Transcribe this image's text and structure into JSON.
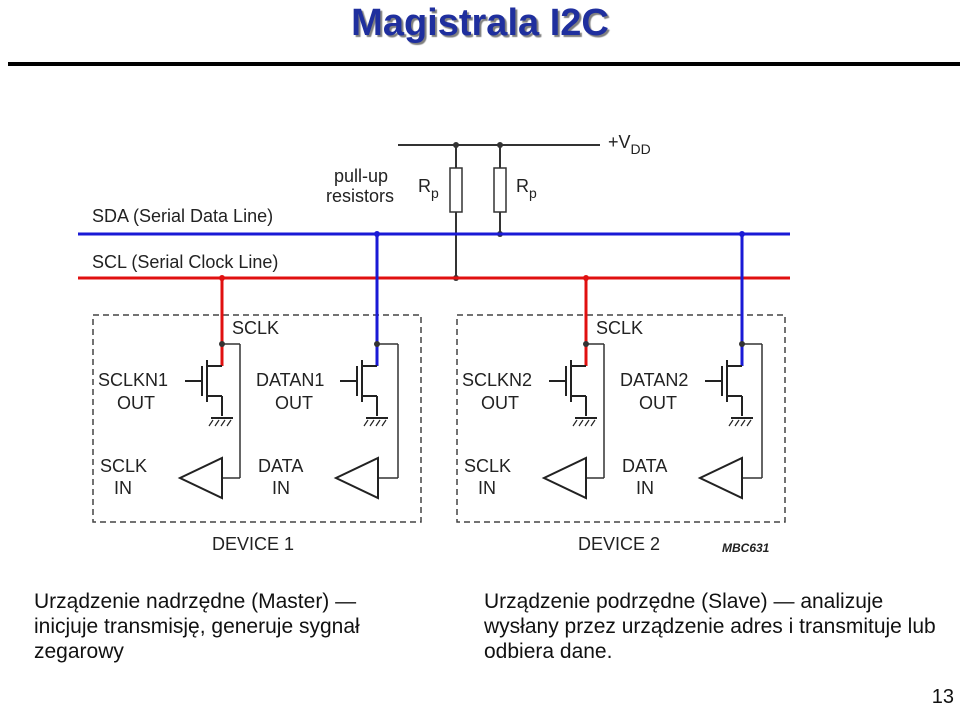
{
  "title": "Magistrala I2C",
  "diagram": {
    "vdd_label": "+V",
    "vdd_sub": "DD",
    "pullup_line1": "pull-up",
    "pullup_line2": "resistors",
    "rp_label": "R",
    "rp_sub": "p",
    "sda_label": "SDA (Serial Data Line)",
    "scl_label": "SCL (Serial Clock Line)",
    "device1": {
      "sclk_top": "SCLK",
      "out1_line1": "SCLKN1",
      "out1_line2": "OUT",
      "out2_line1": "DATAN1",
      "out2_line2": "OUT",
      "in1_line1": "SCLK",
      "in1_line2": "IN",
      "in2_line1": "DATA",
      "in2_line2": "IN",
      "name": "DEVICE 1"
    },
    "device2": {
      "sclk_top": "SCLK",
      "out1_line1": "SCLKN2",
      "out1_line2": "OUT",
      "out2_line1": "DATAN2",
      "out2_line2": "OUT",
      "in1_line1": "SCLK",
      "in1_line2": "IN",
      "in2_line1": "DATA",
      "in2_line2": "IN",
      "name": "DEVICE 2"
    },
    "figure_code": "MBC631",
    "colors": {
      "sda": "#1a1ad6",
      "scl": "#e01010",
      "title": "#1f2f9e"
    }
  },
  "caption_left": "Urządzenie nadrzędne (Master) — inicjuje transmisję, generuje sygnał zegarowy",
  "caption_right": "Urządzenie podrzędne (Slave) — analizuje wysłany przez urządzenie adres i transmituje lub odbiera dane.",
  "page_number": "13"
}
